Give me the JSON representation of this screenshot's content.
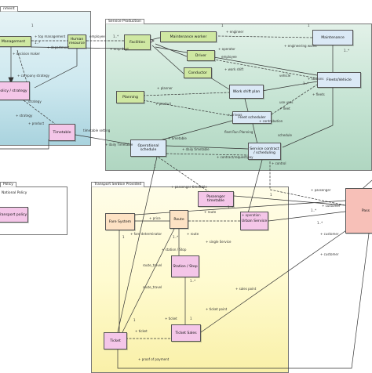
{
  "colors": {
    "government_package": "#cde8ef",
    "service_production_package": "#c4e3d2",
    "transport_service_package": "#fffbd0",
    "policy_package": "#ffffff",
    "green_class": "#cfe8a2",
    "pink_class": "#f4c6e8",
    "blue_class": "#dbe9f6",
    "orange_class": "#fde2c4",
    "salmon_class": "#f7c0b8",
    "line": "#333333"
  },
  "packages": {
    "government": {
      "title": "nment"
    },
    "service_production": {
      "title": "Service Production"
    },
    "policy": {
      "title": "Policy"
    },
    "transport_service": {
      "title": "Transport Service Provided"
    }
  },
  "classes": {
    "management": "Management",
    "human_resource": "Human resource",
    "policy_strategy": "policy / strategy",
    "timetable": "Timetable",
    "facilities": "Facilities",
    "maintenance_worker": "Maintenance worker",
    "maintenance": "Maintenance",
    "driver": "Driver",
    "fleets_vehicle": "Fleets/Vehicle",
    "conductor": "Conductor",
    "planning": "Planning",
    "work_shift_plan": "Work shift plan",
    "fleet_scheduler": "Fleet scheduler",
    "operational_schedule": "Operational schedule",
    "service_contract": "Service contract / scheduling",
    "passenger_timetable": "Passenger timetable",
    "national_policy_title": "National Policy",
    "transport_policy": "Transport policy",
    "fare_system": "Fare System",
    "route": "Route",
    "urban_service": "Urban Service",
    "passenger": "Pass",
    "station_stop": "Station / Stop",
    "ticket": "Ticket",
    "ticket_sales": "Ticket Sales"
  },
  "labels": {
    "l_tl_mult": "1",
    "l_mgmt_role": "+ top management",
    "l_mgmt_mult": "1..*",
    "l_mgmt_dept": "+ department",
    "l_mgmt_decision": "+ decision maker",
    "l_company_strategy": "+ company strategy",
    "l_strategy": "strategy",
    "l_strategy_plus": "+ strategy",
    "l_product": "+ product",
    "l_hr_employee": "employee",
    "l_hr_mult": "1..*",
    "l_emp_dept": "+ emp dept",
    "l_engineer": "+ engineer",
    "l_engineer_mult": "1",
    "l_maint_mult": "1",
    "l_operator": "+ operator",
    "l_employee": "employee",
    "l_engineering_works": "+ engineering works",
    "l_maint_mult2": "1..*",
    "l_work_shift": "+ work shift",
    "l_planner": "+ planner",
    "l_product2": "+ product",
    "l_fleet_mult": "1..*",
    "l_vehicle": "vehicle",
    "l_stations": "+ stations",
    "l_uses": "use uses",
    "l_fleets": "+ fleets",
    "l_fleet": "+ fleet",
    "l_drivers": "+ drivers",
    "l_fleet_run": "fleet Run Planning",
    "l_contrabution": "+ contrabution",
    "l_schedule": "schedule",
    "l_timetable_setting": "timetable setting",
    "l_daily_timetable": "+ daily Timetable",
    "l_timetable": "+ timetable",
    "l_daily_timetable2": "+ daily timetable",
    "l_contract_request": "+ contract/request/pay",
    "l_control": "+ control",
    "l_passenger_timetable": "+ passenger timetable",
    "l_operation": "+ operation",
    "l_price": "+ price",
    "l_fare_determinator": "+ fare determinator",
    "l_route": "+ route",
    "l_single_service": "+ single Service",
    "l_route2": "+ route",
    "l_station_stop": "+ station / Stop",
    "l_route_travel": "route_travel",
    "l_route_travel2": "route_travel",
    "l_ticket_mult": "1",
    "l_ticket": "+ ticket",
    "l_ticket2": "+ ticket",
    "l_ticket_point": "+ ticket point",
    "l_sales_point": "+ sales point",
    "l_proof_payment": "+ proof of payment",
    "l_customer": "+ customer",
    "l_customer2": "+ customer",
    "l_passenger": "+ passenger",
    "l_customer3": "+ customer",
    "l_mult_a": "1",
    "l_mult_b": "1..*",
    "l_mult_c": "1..*",
    "l_mult_d": "1..*",
    "l_mult_e": "1..*",
    "l_mult_f": "1",
    "l_mult_g": "1",
    "l_mult_h": "1",
    "l_mult_i": "1..*",
    "l_mult_j": "1"
  }
}
